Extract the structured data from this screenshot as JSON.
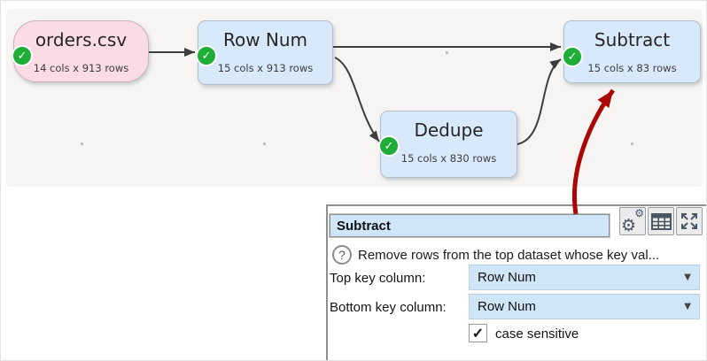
{
  "canvas": {
    "nodes": [
      {
        "title": "orders.csv",
        "subtitle": "14 cols x 913 rows",
        "variant": "pink",
        "status": "ok"
      },
      {
        "title": "Row Num",
        "subtitle": "15 cols x 913 rows",
        "variant": "blue",
        "status": "ok"
      },
      {
        "title": "Dedupe",
        "subtitle": "15 cols x 830 rows",
        "variant": "blue",
        "status": "ok"
      },
      {
        "title": "Subtract",
        "subtitle": "15 cols x 83 rows",
        "variant": "blue",
        "status": "ok"
      }
    ],
    "connections": [
      "orders.csv -> Row Num",
      "Row Num -> Subtract",
      "Row Num -> Dedupe",
      "Dedupe -> Subtract"
    ],
    "annotation": "red arrow pointing at Subtract node"
  },
  "panel": {
    "title_value": "Subtract",
    "description": "Remove rows from the top dataset whose key val...",
    "toolbar": {
      "settings": "settings-gears-icon",
      "table": "table-view-icon",
      "expand": "expand-icon"
    },
    "fields": [
      {
        "label": "Top key column:",
        "value": "Row Num"
      },
      {
        "label": "Bottom key column:",
        "value": "Row Num"
      }
    ],
    "checkbox": {
      "label": "case sensitive",
      "checked": true
    }
  },
  "icons": {
    "check": "✓",
    "caret": "▼",
    "help": "?",
    "gear": "⚙"
  },
  "colors": {
    "node_blue": "#d7e9fa",
    "node_pink": "#fbdce6",
    "status_green": "#1ead37",
    "annotation_red": "#ab0707",
    "field_blue": "#cfe5f8",
    "connector_gray": "#3d3d3d"
  }
}
